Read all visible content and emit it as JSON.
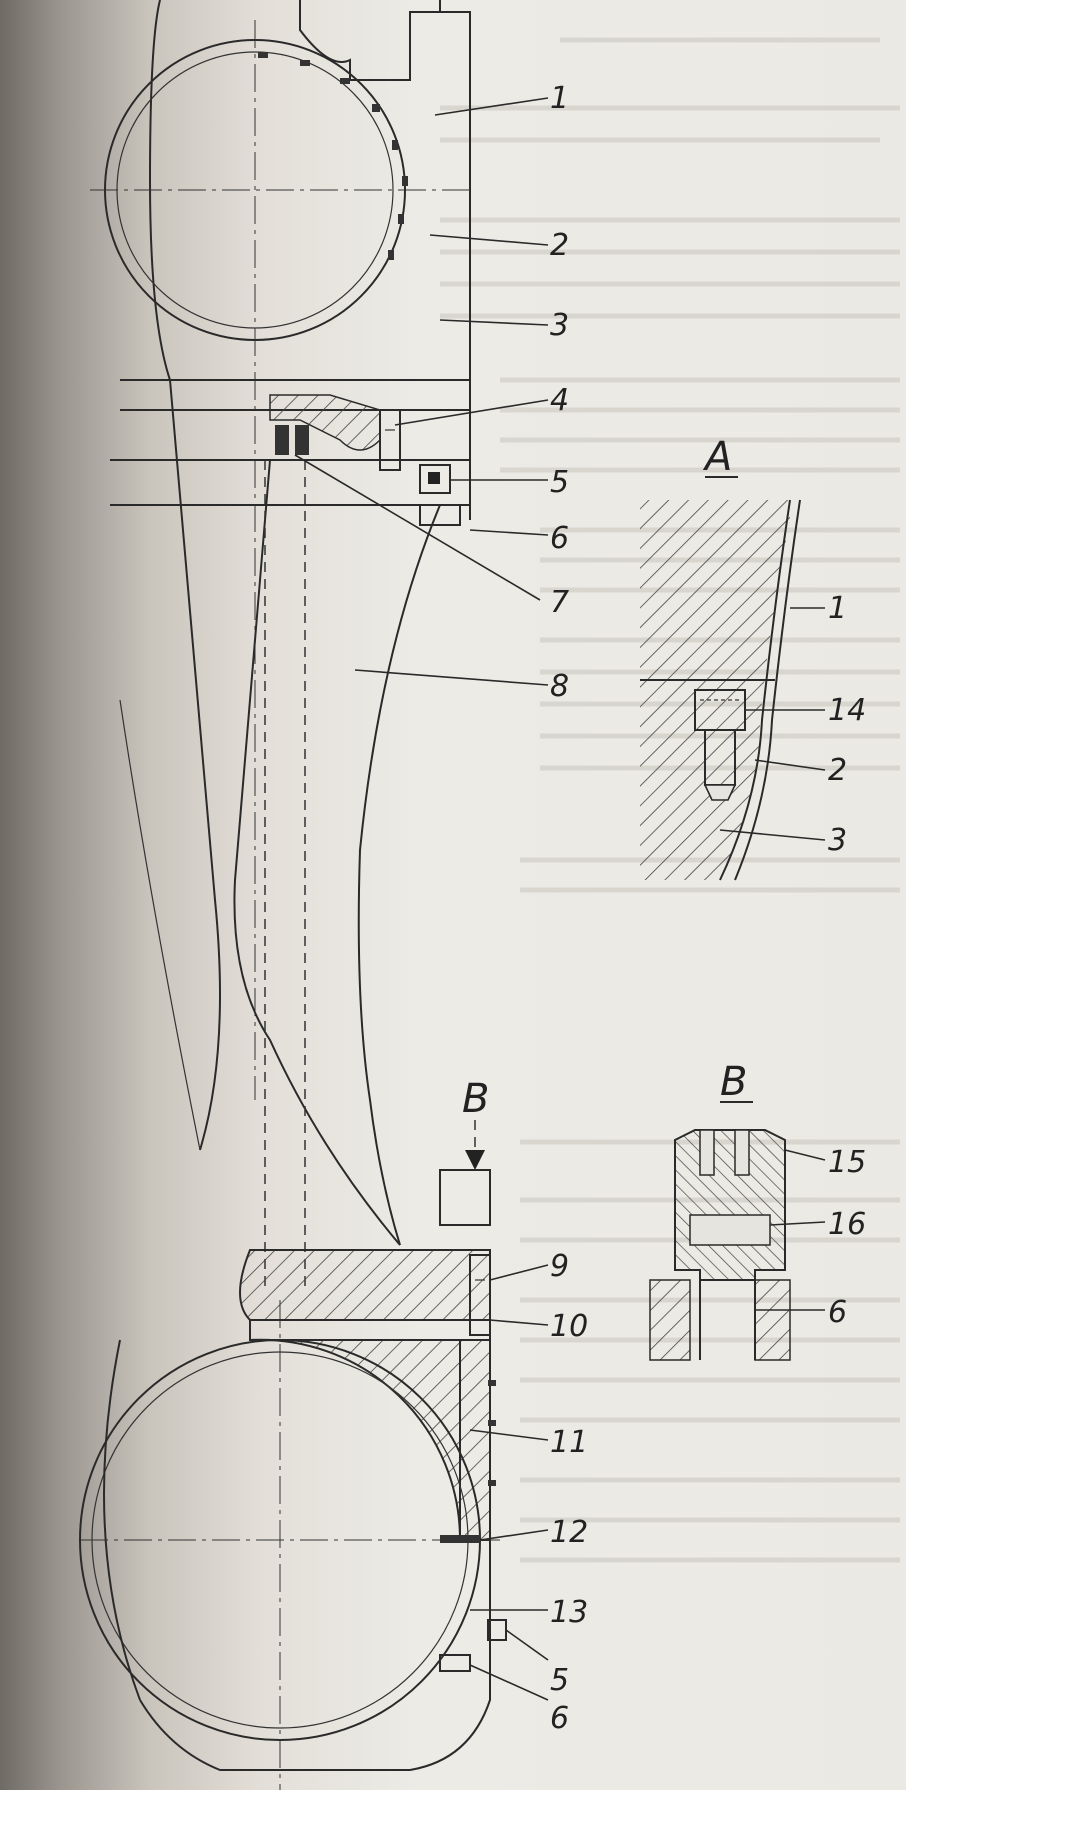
{
  "diagram": {
    "detail_a_title": "A",
    "detail_b_title": "B",
    "view_b_marker": "B",
    "labels": {
      "l1": "1",
      "l2": "2",
      "l3": "3",
      "l4": "4",
      "l5": "5",
      "l6": "6",
      "l7": "7",
      "l8": "8",
      "l9": "9",
      "l10": "10",
      "l11": "11",
      "l12": "12",
      "l13": "13",
      "l5b": "5",
      "l6b": "6",
      "a1": "1",
      "a14": "14",
      "a2": "2",
      "a3": "3",
      "b15": "15",
      "b16": "16",
      "b6": "6"
    }
  }
}
